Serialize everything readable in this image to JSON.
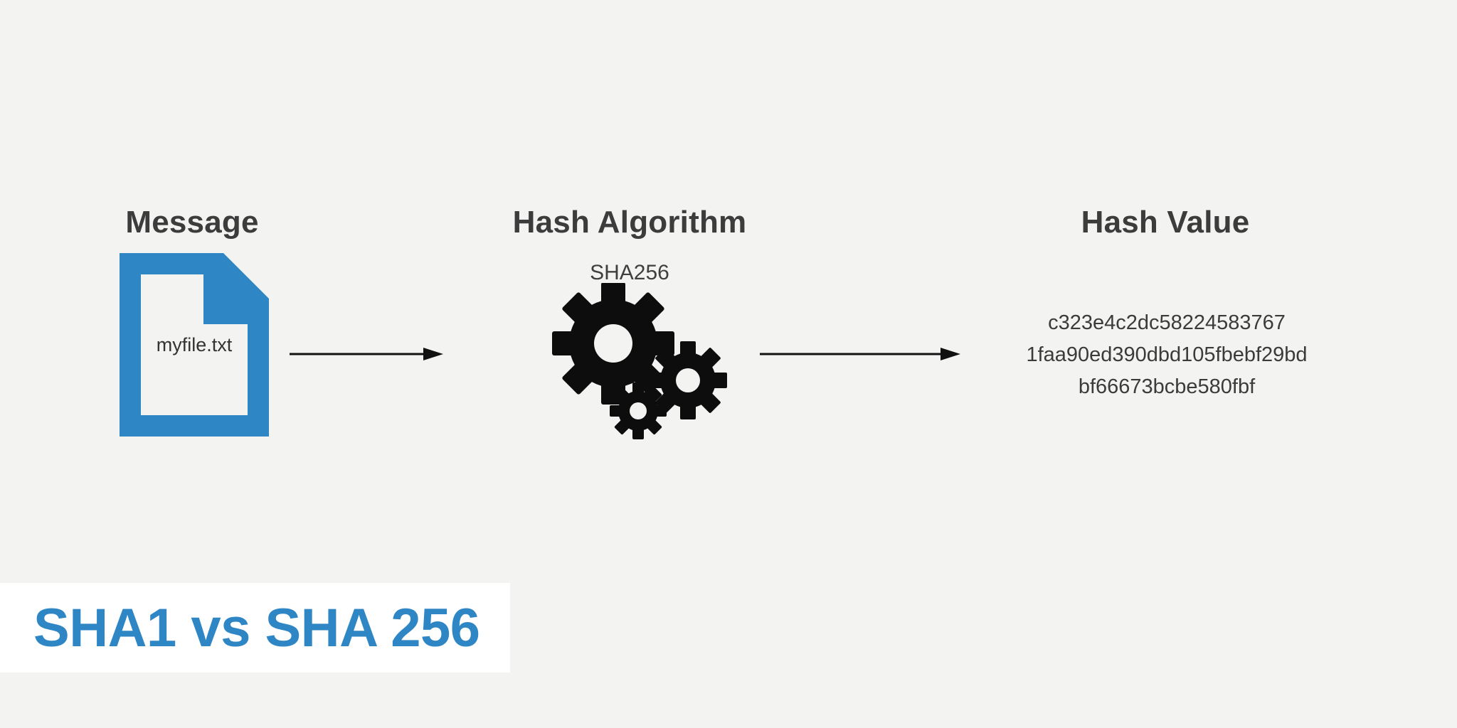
{
  "theme": {
    "background": "#f3f3f2",
    "accent_blue": "#2f86c5",
    "text_dark": "#3c3c3c",
    "gear_black": "#0d0d0d",
    "banner_background": "#ffffff"
  },
  "diagram": {
    "type": "flow",
    "columns": [
      {
        "id": "message",
        "heading": "Message",
        "icon": "file-document-icon",
        "file_name": "myfile.txt"
      },
      {
        "id": "hash-algorithm",
        "heading": "Hash Algorithm",
        "sub_label": "SHA256",
        "icon": "gears-icon"
      },
      {
        "id": "hash-value",
        "heading": "Hash Value",
        "value_lines": [
          "c323e4c2dc58224583767",
          "1faa90ed390dbd105fbebf29bd",
          "bf66673bcbe580fbf"
        ]
      }
    ],
    "connectors": [
      {
        "id": "arrow-message-to-algorithm",
        "icon": "arrow-right-icon"
      },
      {
        "id": "arrow-algorithm-to-value",
        "icon": "arrow-right-icon"
      }
    ]
  },
  "banner": {
    "title": "SHA1 vs SHA 256"
  }
}
